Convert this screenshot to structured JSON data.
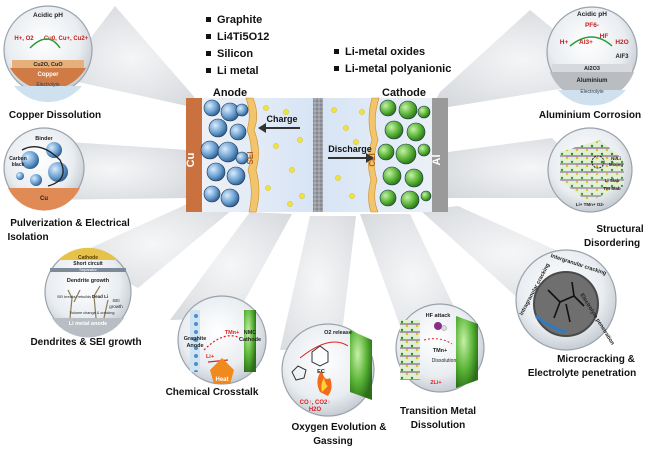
{
  "anode_materials": [
    "Graphite",
    "Li4Ti5O12",
    "Silicon",
    "Li metal"
  ],
  "cathode_materials": [
    "Li-metal oxides",
    "Li-metal polyanionic"
  ],
  "cell": {
    "anode_label": "Anode",
    "cathode_label": "Cathode",
    "cu_label": "Cu",
    "al_label": "Al",
    "sei_label": "SEI",
    "cei_label": "CEI",
    "charge_label": "Charge",
    "discharge_label": "Discharge"
  },
  "mechanisms": {
    "copper_dissolution": {
      "title": "Copper Dissolution",
      "ph": "Acidic pH",
      "species": "H+, O2",
      "ions": "Cu0, Cu+, Cu2+",
      "oxide": "Cu2O, CuO",
      "metal": "Copper",
      "electrolyte": "Electrolyte"
    },
    "pulverization": {
      "title_line1": "Pulverization & Electrical",
      "title_line2": "Isolation",
      "binder": "Binder",
      "carbon_line1": "Carbon",
      "carbon_line2": "black",
      "cu": "Cu"
    },
    "dendrites": {
      "title": "Dendrites & SEI growth",
      "cathode": "Cathode",
      "short": "Short circuit",
      "separator": "Separator",
      "growth": "Dendrite growth",
      "sei_break": "SEI breaks/ rebuilds",
      "dead_li": "Dead Li",
      "sei_growth_line1": "SEI",
      "sei_growth_line2": "growth",
      "volume": "Volume change & cracking",
      "anode": "Li metal anode"
    },
    "crosstalk": {
      "title": "Chemical Crosstalk",
      "graphite_line1": "Graphite",
      "graphite_line2": "Anode",
      "nmc_line1": "NMC",
      "nmc_line2": "Cathode",
      "li": "Li+",
      "tm": "TMn+",
      "heat": "Heat"
    },
    "oxygen": {
      "title_line1": "Oxygen Evolution &",
      "title_line2": "Gassing",
      "release": "O2 release",
      "ec": "EC",
      "gases": "CO↑, CO2↑",
      "water": "H2O"
    },
    "tm_dissolution": {
      "title_line1": "Transition Metal",
      "title_line2": "Dissolution",
      "hf": "HF attack",
      "tm": "TMn+",
      "dissolution": "Dissolution",
      "li": "2Li+"
    },
    "microcracking": {
      "title_line1": "Microcracking &",
      "title_line2": "Electrolyte penetration",
      "inter": "Intergranular cracking",
      "intra": "Intragranular cracking",
      "pen": "Electrolyte penetration"
    },
    "structural": {
      "title_line1": "Structural",
      "title_line2": "Disordering",
      "mixing_line1": "Ni/Li",
      "mixing_line2": "Mixing",
      "li_slab": "Li Slab",
      "tm_slab": "TM Slab",
      "legend": "Li+   TMn+   O2-"
    },
    "aluminium": {
      "title": "Aluminium Corrosion",
      "ph": "Acidic pH",
      "pf6": "PF6-",
      "h": "H+",
      "al3": "Al3+",
      "hf": "HF",
      "h2o": "H2O",
      "alf3": "AlF3",
      "al2o3": "Al2O3",
      "metal": "Aluminium",
      "electrolyte": "Electrolyte"
    }
  },
  "colors": {
    "copper": "#c9713f",
    "aluminium": "#9a9a9a",
    "anode_particle": "#5d8fc0",
    "cathode_particle": "#55b03a",
    "electrolyte": "#dfe9f5",
    "separator": "#8b8e94",
    "li_ion": "#f3e23b",
    "title_text": "#111111"
  }
}
